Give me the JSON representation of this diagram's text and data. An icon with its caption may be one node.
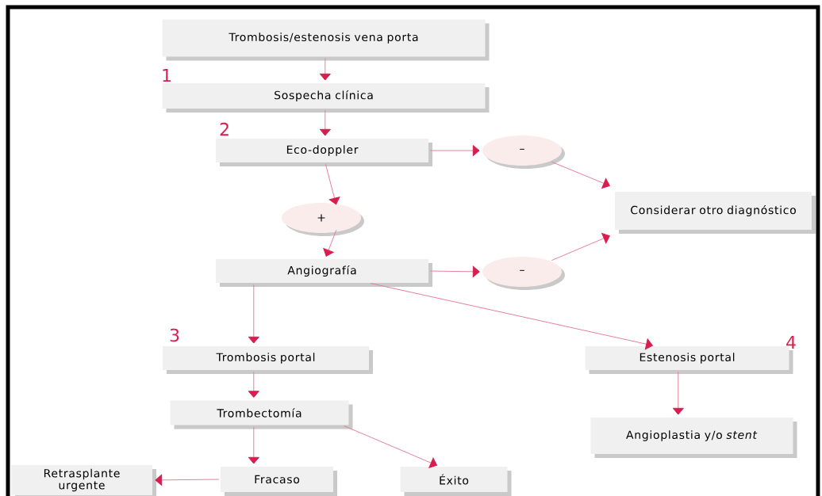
{
  "diagram": {
    "nodes": [
      {
        "text": [
          "Trombosis/estenosis vena porta"
        ]
      },
      {
        "text": [
          "Sospecha clínica"
        ]
      },
      {
        "text": [
          "Eco-doppler"
        ]
      },
      {
        "text": [
          "–"
        ]
      },
      {
        "text": [
          "+"
        ]
      },
      {
        "text": [
          "Considerar otro diagnóstico"
        ]
      },
      {
        "text": [
          "Angiografía"
        ]
      },
      {
        "text": [
          "–"
        ]
      },
      {
        "text": [
          "Trombosis portal"
        ]
      },
      {
        "text": [
          "Estenosis portal"
        ]
      },
      {
        "text": [
          "Trombectomía"
        ]
      },
      {
        "text": [
          "Angioplastia y/o *stent*"
        ]
      },
      {
        "text": [
          "Fracaso"
        ]
      },
      {
        "text": [
          "Éxito"
        ]
      },
      {
        "text": [
          "Retrasplante urgente"
        ]
      }
    ],
    "edges": [
      {
        "from": 0,
        "to": 1,
        "arrow": "to"
      },
      {
        "from": 1,
        "to": 2,
        "arrow": "to"
      },
      {
        "from": 2,
        "to": 3,
        "arrow": "to"
      },
      {
        "from": 2,
        "to": 4,
        "arrow": "to"
      },
      {
        "from": 3,
        "to": 5,
        "arrow": "to"
      },
      {
        "from": 4,
        "to": 6,
        "arrow": "to"
      },
      {
        "from": 6,
        "to": 7,
        "arrow": "to"
      },
      {
        "from": 7,
        "to": 5,
        "arrow": "to"
      },
      {
        "from": 6,
        "to": 8,
        "arrow": "to"
      },
      {
        "from": 6,
        "to": 9,
        "arrow": "to"
      },
      {
        "from": 8,
        "to": 10,
        "arrow": "to"
      },
      {
        "from": 9,
        "to": 11,
        "arrow": "to"
      },
      {
        "from": 10,
        "to": 12,
        "arrow": "to"
      },
      {
        "from": 10,
        "to": 13,
        "arrow": "to"
      },
      {
        "from": 12,
        "to": 14,
        "arrow": "to"
      }
    ],
    "labels": [
      "1",
      "2",
      "3",
      "4"
    ]
  }
}
